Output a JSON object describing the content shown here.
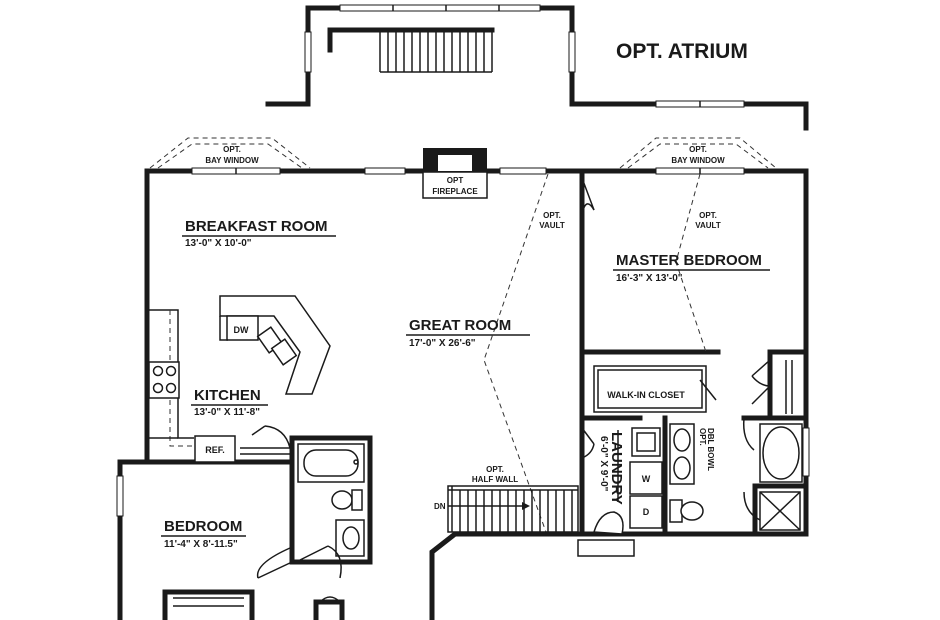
{
  "title": "OPT. ATRIUM",
  "rooms": {
    "breakfast": {
      "name": "BREAKFAST ROOM",
      "dims": "13'-0\" X 10'-0\""
    },
    "great": {
      "name": "GREAT ROOM",
      "dims": "17'-0\" X 26'-6\""
    },
    "master": {
      "name": "MASTER BEDROOM",
      "dims": "16'-3\" X 13'-0\""
    },
    "kitchen": {
      "name": "KITCHEN",
      "dims": "13'-0\" X 11'-8\""
    },
    "bedroom": {
      "name": "BEDROOM",
      "dims": "11'-4\" X 8'-11.5\""
    },
    "laundry": {
      "name": "LAUNDRY",
      "dims": "6'-0\" X 9'-0\""
    }
  },
  "labels": {
    "bay_window_opt": "OPT.",
    "bay_window": "BAY WINDOW",
    "fireplace_opt": "OPT",
    "fireplace": "FIREPLACE",
    "vault_opt": "OPT.",
    "vault": "VAULT",
    "walk_in_closet": "WALK-IN CLOSET",
    "half_wall_opt": "OPT.",
    "half_wall": "HALF WALL",
    "dn": "DN",
    "dw": "DW",
    "ref": "REF.",
    "washer": "W",
    "dryer": "D",
    "dbl_bowl_opt": "OPT.",
    "dbl_bowl": "DBL BOWL"
  }
}
